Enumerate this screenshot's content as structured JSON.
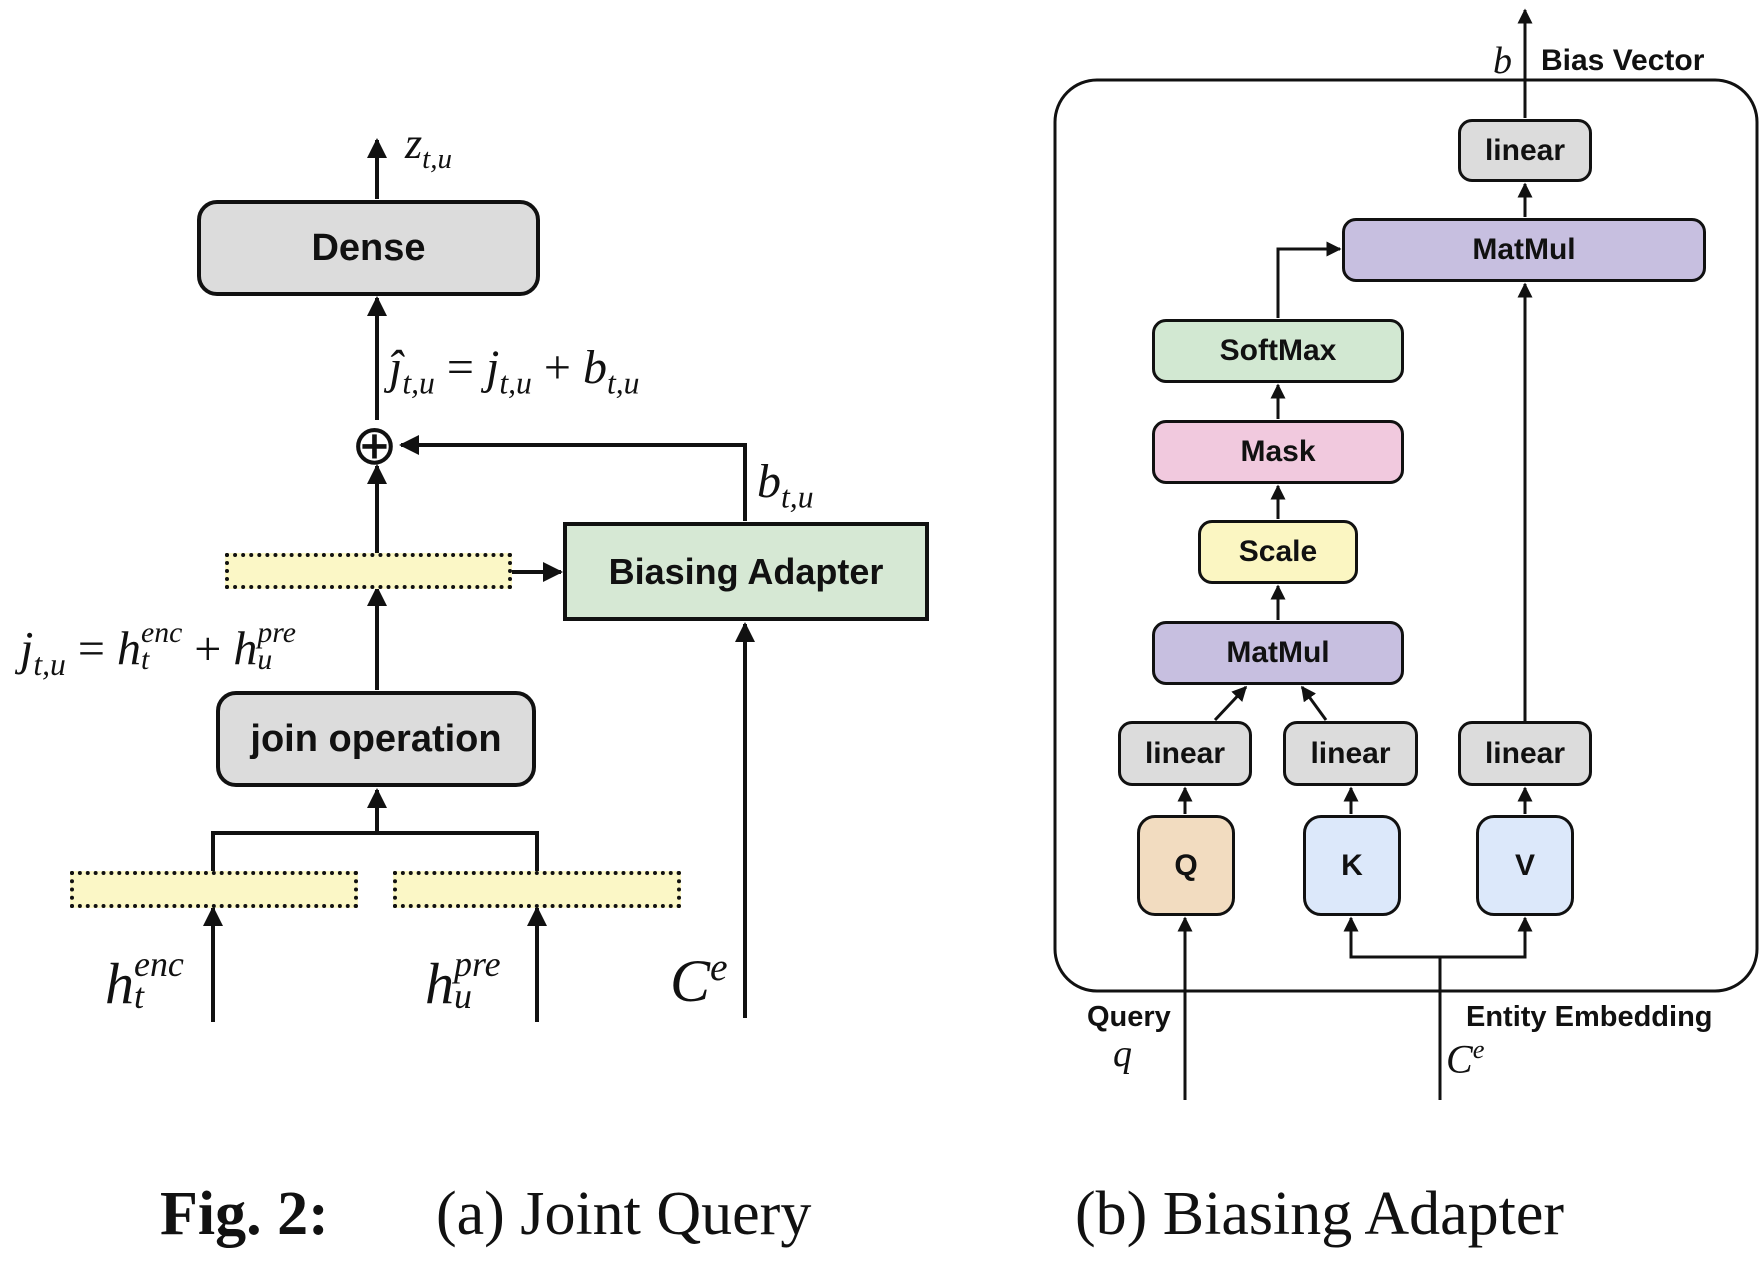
{
  "panel_a": {
    "dense_label": "Dense",
    "join_label": "join operation",
    "adapter_label": "Biasing Adapter",
    "plus_symbol": "⊕",
    "z_main": "z",
    "z_sub": "t,u",
    "jhat_main": "ĵ",
    "jhat_sub": "t,u",
    "eq_sign": " = ",
    "j_main": "j",
    "j_sub": "t,u",
    "plus_sign": " + ",
    "b_main": "b",
    "b_sub": "t,u",
    "h_main": "h",
    "enc_sup": "enc",
    "t_sub": "t",
    "pre_sup": "pre",
    "u_sub": "u",
    "c_main": "C",
    "c_sup": "e"
  },
  "panel_b": {
    "linear_top": "linear",
    "matmul_top": "MatMul",
    "softmax": "SoftMax",
    "mask": "Mask",
    "scale": "Scale",
    "matmul_bottom": "MatMul",
    "linear_q": "linear",
    "linear_k": "linear",
    "linear_v": "linear",
    "q": "Q",
    "k": "K",
    "v": "V",
    "b_symbol": "b",
    "bias_vector": "Bias Vector",
    "query_label": "Query",
    "q_symbol": "q",
    "entity_label": "Entity Embedding",
    "c_main": "C",
    "c_sup": "e"
  },
  "caption": {
    "fig_label": "Fig. 2:",
    "a_caption": "(a) Joint Query",
    "b_caption": "(b) Biasing Adapter"
  },
  "colors": {
    "gray_box": "#dcdcdc",
    "green_box": "#d6e8d4",
    "yellow_dashed": "#fbf7c6",
    "purple": "#c7bfe0",
    "softmax_green": "#d2e8d2",
    "mask_pink": "#f1c9de",
    "scale_yellow": "#fbf6c2",
    "q_orange": "#f2dcc0",
    "kv_blue": "#dce8fa"
  }
}
